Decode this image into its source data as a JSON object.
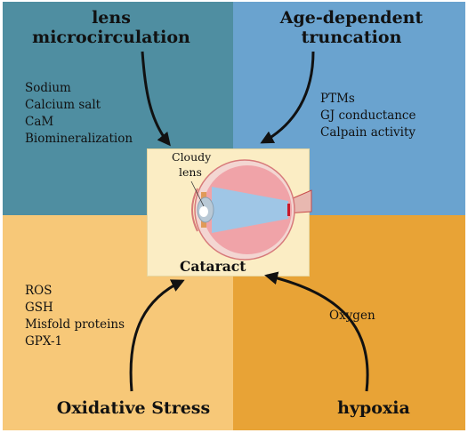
{
  "center": {
    "label": "Cataract",
    "eye_label_line1": "Cloudy",
    "eye_label_line2": "lens"
  },
  "top_left": {
    "title_line1": "lens",
    "title_line2": "microcirculation",
    "items": [
      "Sodium",
      "Calcium salt",
      "CaM",
      "Biomineralization"
    ],
    "color": "#4f8ea1"
  },
  "top_right": {
    "title_line1": "Age-dependent",
    "title_line2": "truncation",
    "items": [
      "PTMs",
      "GJ conductance",
      "Calpain activity"
    ],
    "color": "#6aa3cf"
  },
  "bottom_left": {
    "title": "Oxidative Stress",
    "items": [
      "ROS",
      "GSH",
      "Misfold proteins",
      "GPX-1"
    ],
    "color": "#f7c878"
  },
  "bottom_right": {
    "title": "hypoxia",
    "items": [
      "Oxygen"
    ],
    "color": "#e8a336"
  }
}
